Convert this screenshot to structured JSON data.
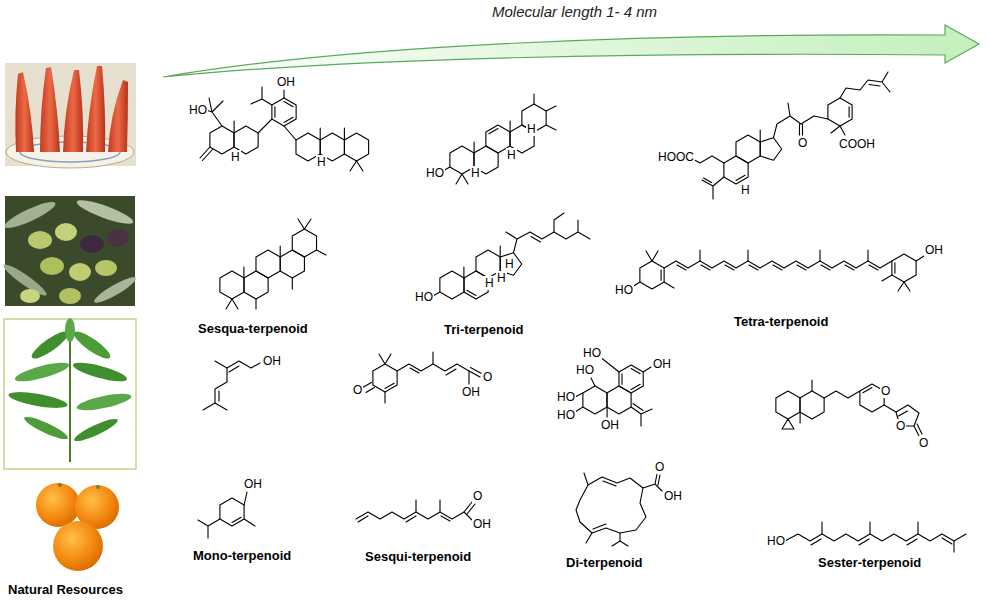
{
  "diagram": {
    "labels": [
      "Molecular length 1- 4 nm",
      "HO",
      "OH",
      "H",
      "H",
      "HO",
      "H",
      "H",
      "H",
      "HOOC",
      "O",
      "COOH",
      "H",
      "HO",
      "H",
      "H",
      "H",
      "HO",
      "OH",
      "Sesqua-terpenoid",
      "Tri-terpenoid",
      "Tetra-terpenoid",
      "OH",
      "O",
      "OH",
      "O",
      "HO",
      "HO",
      "OH",
      "HO",
      "HO",
      "OH",
      "O",
      "O",
      "O",
      "OH",
      "O",
      "OH",
      "O",
      "OH",
      "HO",
      "Mono-terpenoid",
      "Sesqui-terpenoid",
      "Di-terpenoid",
      "Sester-terpenoid",
      "Natural Resources"
    ]
  }
}
